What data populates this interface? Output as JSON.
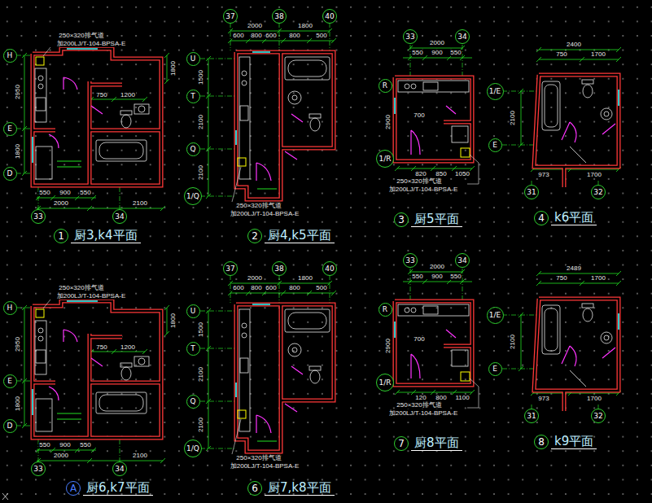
{
  "diagram": {
    "nodes": [
      {
        "text": [
          "H"
        ]
      },
      {
        "text": [
          "E"
        ]
      },
      {
        "text": [
          "D"
        ]
      },
      {
        "text": [
          "33"
        ]
      },
      {
        "text": [
          "34"
        ]
      },
      {
        "text": [
          "1",
          "厨3,k4平面"
        ]
      },
      {
        "text": [
          "37"
        ]
      },
      {
        "text": [
          "38"
        ]
      },
      {
        "text": [
          "40"
        ]
      },
      {
        "text": [
          "U"
        ]
      },
      {
        "text": [
          "T"
        ]
      },
      {
        "text": [
          "Q"
        ]
      },
      {
        "text": [
          "1/Q"
        ]
      },
      {
        "text": [
          "2",
          "厨4,k5平面"
        ]
      },
      {
        "text": [
          "33"
        ]
      },
      {
        "text": [
          "34"
        ]
      },
      {
        "text": [
          "R"
        ]
      },
      {
        "text": [
          "1/R"
        ]
      },
      {
        "text": [
          "3",
          "厨5平面"
        ]
      },
      {
        "text": [
          "1/E"
        ]
      },
      {
        "text": [
          "E"
        ]
      },
      {
        "text": [
          "31"
        ]
      },
      {
        "text": [
          "32"
        ]
      },
      {
        "text": [
          "4",
          "k6平面"
        ]
      },
      {
        "text": [
          "H"
        ]
      },
      {
        "text": [
          "E"
        ]
      },
      {
        "text": [
          "D"
        ]
      },
      {
        "text": [
          "33"
        ]
      },
      {
        "text": [
          "34"
        ]
      },
      {
        "text": [
          "A",
          "厨6,k7平面"
        ]
      },
      {
        "text": [
          "37"
        ]
      },
      {
        "text": [
          "38"
        ]
      },
      {
        "text": [
          "40"
        ]
      },
      {
        "text": [
          "U"
        ]
      },
      {
        "text": [
          "T"
        ]
      },
      {
        "text": [
          "Q"
        ]
      },
      {
        "text": [
          "1/Q"
        ]
      },
      {
        "text": [
          "6",
          "厨7,k8平面"
        ]
      },
      {
        "text": [
          "33"
        ]
      },
      {
        "text": [
          "34"
        ]
      },
      {
        "text": [
          "R"
        ]
      },
      {
        "text": [
          "1/R"
        ]
      },
      {
        "text": [
          "7",
          "厨8平面"
        ]
      },
      {
        "text": [
          "1/E"
        ]
      },
      {
        "text": [
          "E"
        ]
      },
      {
        "text": [
          "31"
        ]
      },
      {
        "text": [
          "32"
        ]
      },
      {
        "text": [
          "8",
          "k9平面"
        ]
      }
    ],
    "labels": [
      "250×320排气道",
      "加200LJ/T-104-BPSA-E",
      "2950",
      "1800",
      "1800",
      "750",
      "1200",
      "550",
      "900",
      "550",
      "2000",
      "2100",
      "2000",
      "1800",
      "600",
      "800",
      "600",
      "800",
      "500",
      "1500",
      "2100",
      "2100",
      "250×320排气道",
      "加200LJ/T-104-BPSA-E",
      "2000",
      "550",
      "900",
      "550",
      "2900",
      "700",
      "820",
      "850",
      "1050",
      "250×320排气道",
      "加200LJ/T-104-BPSA-E",
      "2400",
      "750",
      "1700",
      "2100",
      "973",
      "1700",
      "250×320排气道",
      "加200LJ/T-104-BPSA-E",
      "2950",
      "1800",
      "1800",
      "750",
      "1200",
      "550",
      "900",
      "550",
      "2000",
      "2100",
      "2000",
      "1800",
      "600",
      "800",
      "600",
      "800",
      "500",
      "1500",
      "2100",
      "2100",
      "250×320排气道",
      "加200LJ/T-104-BPSA-E",
      "2000",
      "550",
      "900",
      "550",
      "2900",
      "700",
      "120",
      "800",
      "1100",
      "250×320排气道",
      "加200LJ/T-104-BPSA-E",
      "2489",
      "750",
      "1700",
      "2100",
      "973",
      "1700"
    ]
  }
}
